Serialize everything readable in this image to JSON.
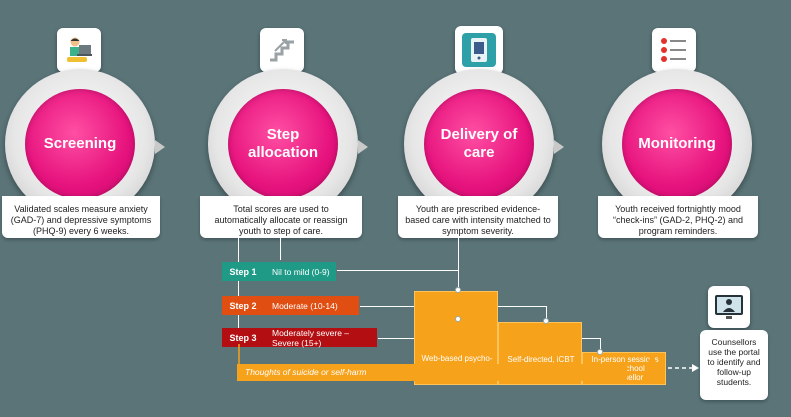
{
  "stages": [
    {
      "title": "Screening",
      "desc": "Validated scales measure anxiety (GAD-7) and depressive symptoms (PHQ-9) every 6 weeks."
    },
    {
      "title": "Step allocation",
      "desc": "Total scores are used to automatically allocate or reassign youth to step of care."
    },
    {
      "title": "Delivery of care",
      "desc": "Youth are prescribed evidence-based care with intensity matched to symptom severity."
    },
    {
      "title": "Monitoring",
      "desc": "Youth received fortnightly mood “check-ins” (GAD-2, PHQ-2) and program reminders."
    }
  ],
  "steps": [
    {
      "label": "Step 1",
      "desc": "Nil to mild (0-9)",
      "color": "#1e9a87"
    },
    {
      "label": "Step 2",
      "desc": "Moderate (10-14)",
      "color": "#e04e12"
    },
    {
      "label": "Step 3",
      "desc": "Moderately severe – Severe (15+)",
      "color": "#b30f12"
    }
  ],
  "care": [
    {
      "label": "Web-based psycho-education"
    },
    {
      "label": "Self-directed, iCBT programs"
    },
    {
      "label": "In-person sessions with school counsellor"
    }
  ],
  "suicide_label": "Thoughts of suicide or self-harm",
  "counsellor_text": "Counsellors use the portal to identify and follow-up students.",
  "colors": {
    "accent": "#e6127d",
    "background": "#5a7478",
    "care": "#f7a21b"
  }
}
